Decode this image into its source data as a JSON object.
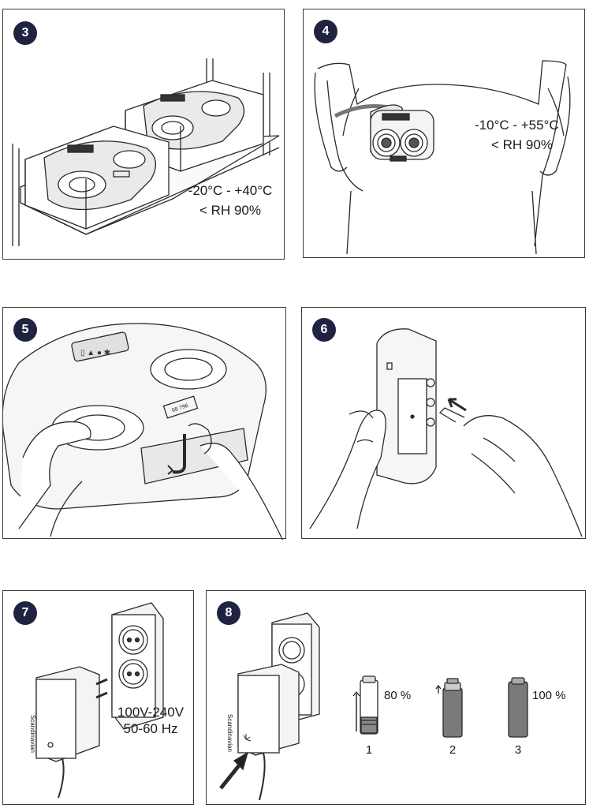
{
  "steps": [
    {
      "number": "3",
      "temp_range": "-20°C  -  +40°C",
      "humidity": "< RH 90%"
    },
    {
      "number": "4",
      "temp_range": "-10°C  -  +55°C",
      "humidity": "< RH 90%"
    },
    {
      "number": "5",
      "device_label": "68 796"
    },
    {
      "number": "6"
    },
    {
      "number": "7",
      "voltage": "100V-240V",
      "frequency": "50-60 Hz",
      "brand": "Scandinavian"
    },
    {
      "number": "8",
      "brand": "Scandinavian",
      "charge_states": [
        {
          "index": "1",
          "percent": "80 %"
        },
        {
          "index": "2",
          "percent": ""
        },
        {
          "index": "3",
          "percent": "100 %"
        }
      ]
    }
  ],
  "colors": {
    "badge": "#1f2240",
    "line": "#2a2a2a",
    "battery_dark": "#7a7a7a"
  }
}
